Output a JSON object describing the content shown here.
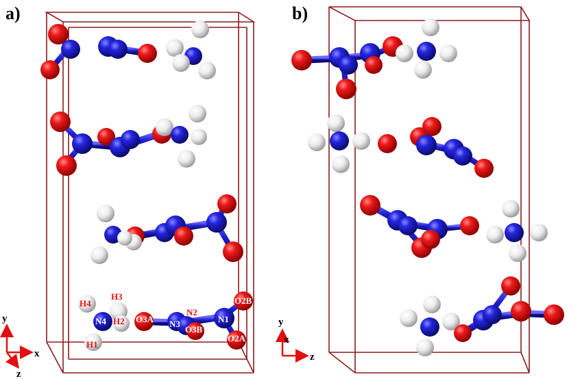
{
  "panels": {
    "a": {
      "label": "a)"
    },
    "b": {
      "label": "b)"
    }
  },
  "axes": {
    "a": {
      "y": "y",
      "x": "x",
      "z": "z"
    },
    "b": {
      "y": "y",
      "x": "x",
      "z": "z"
    }
  },
  "atom_labels": {
    "h4": "H4",
    "h3": "H3",
    "n4": "N4",
    "h2": "H2",
    "h1": "H1",
    "o3a": "O3A",
    "n3": "N3",
    "n2": "N2",
    "o3b": "O3B",
    "n1": "N1",
    "o2b": "O2B",
    "o2a": "O2A"
  },
  "colors": {
    "cell": "#8b1a1a",
    "oxygen": "#e01010",
    "nitrogen": "#1a1adc",
    "hydrogen": "#f2f2f2",
    "bond": "#2a2ad0",
    "axis_arrow": "#e01010",
    "label_red": "#e01010",
    "label_white": "#ffffff"
  }
}
